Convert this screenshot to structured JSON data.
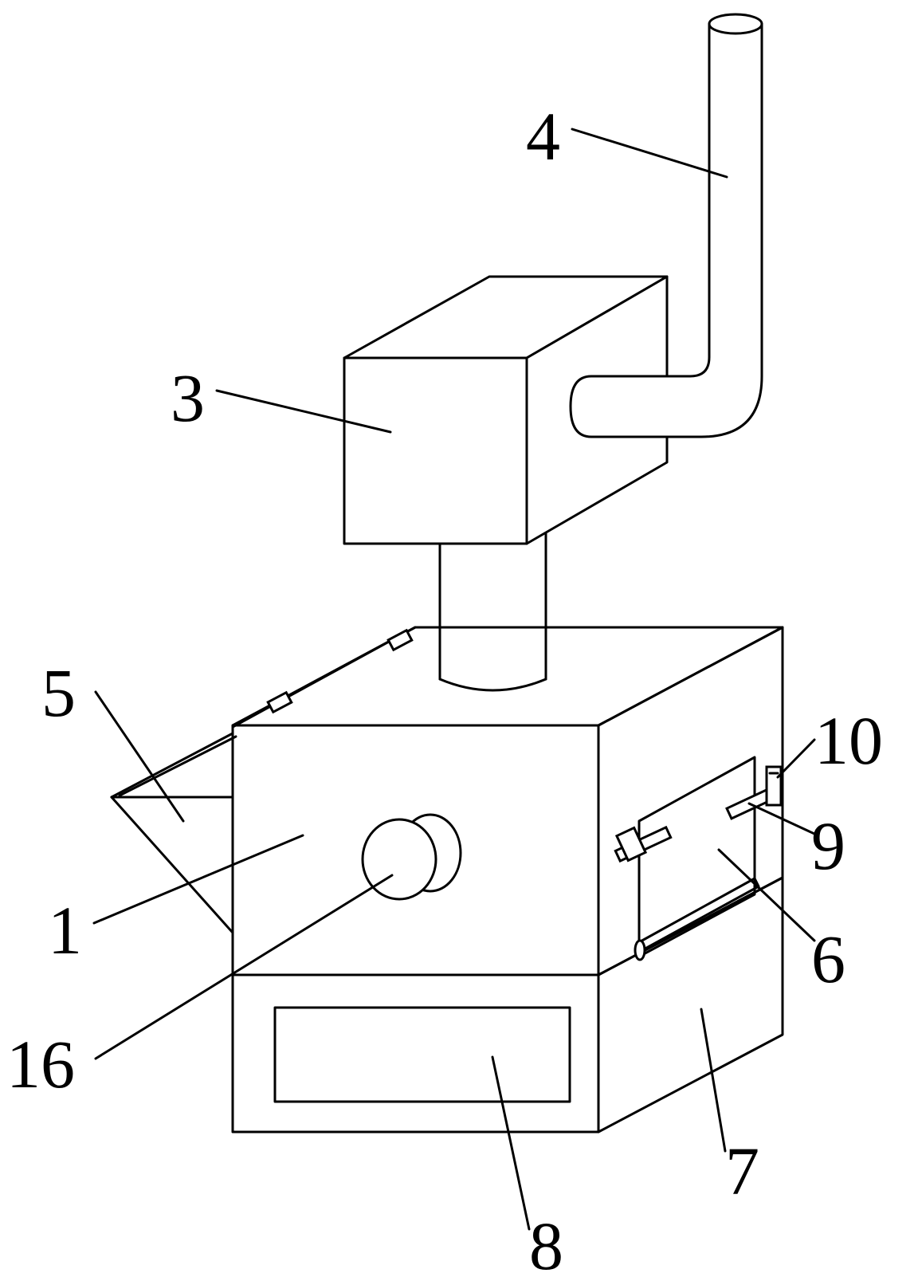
{
  "callouts": {
    "body": "1",
    "filter_box": "3",
    "exhaust_pipe": "4",
    "feed_hopper": "5",
    "side_door": "6",
    "lower_cabinet": "7",
    "drawer_window": "8",
    "door_hinge": "9",
    "door_latch": "10",
    "knob": "16"
  },
  "colors": {
    "stroke": "#000000",
    "background": "#ffffff"
  }
}
